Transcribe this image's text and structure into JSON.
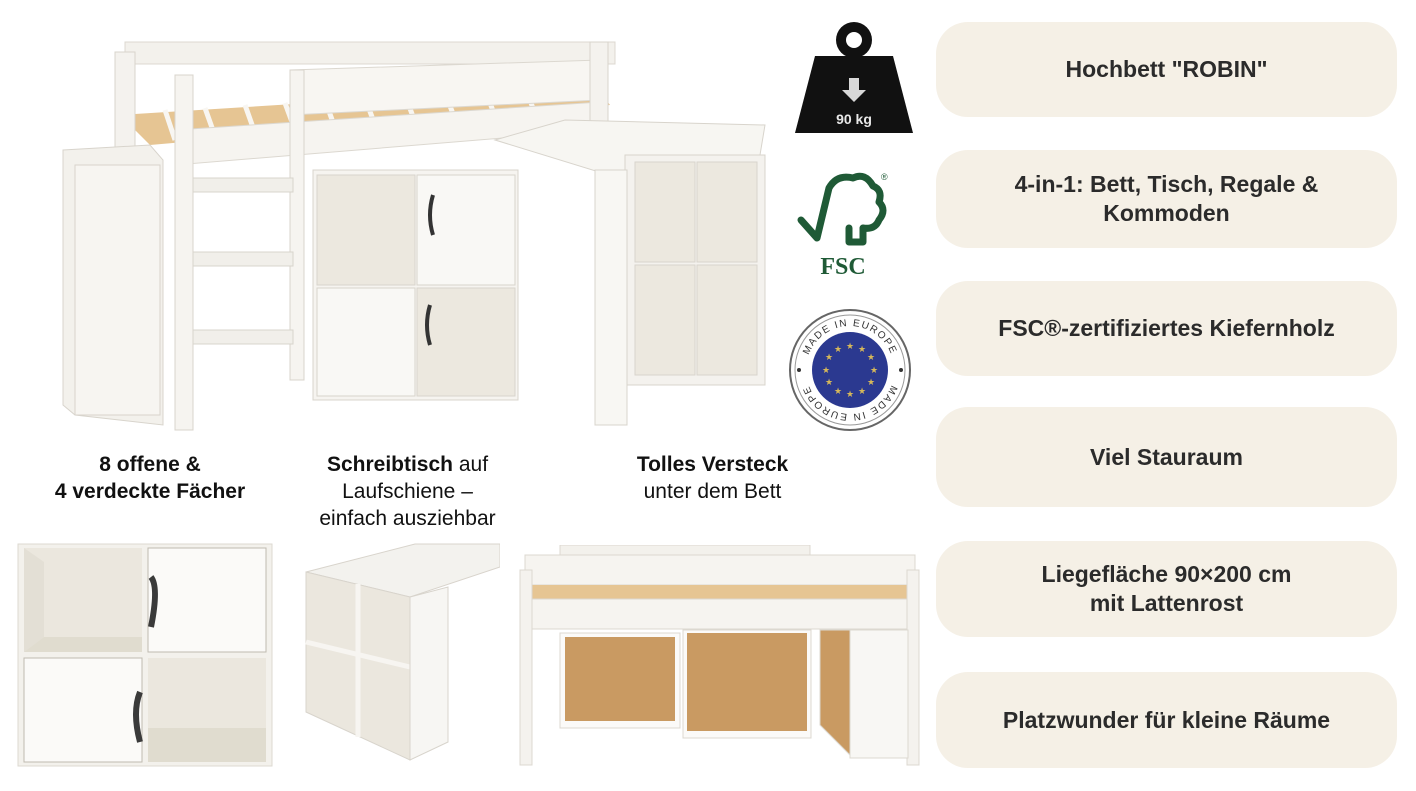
{
  "product": {
    "name": "Hochbett \"ROBIN\""
  },
  "badges": {
    "weight": {
      "icon": "weight-icon",
      "label": "90 kg",
      "arrow": "↓"
    },
    "fsc": {
      "icon": "fsc-logo-icon",
      "label": "FSC",
      "registered": "®"
    },
    "made_in_europe": {
      "icon": "made-in-europe-seal-icon",
      "top_text": "MADE IN EUROPE",
      "bottom_text": "MADE IN EUROPE"
    }
  },
  "captions": [
    {
      "bold": "8 offene &",
      "bold2": "4 verdeckte Fächer",
      "normal": ""
    },
    {
      "bold": "Schreibtisch",
      "normal": " auf",
      "line2": "Laufschiene –",
      "line3": "einfach ausziehbar"
    },
    {
      "bold": "Tolles Versteck",
      "line2": "unter dem Bett"
    }
  ],
  "features": [
    {
      "line1": "Hochbett \"ROBIN\"",
      "line2": ""
    },
    {
      "line1": "4-in-1: Bett, Tisch, Regale &",
      "line2": "Kommoden"
    },
    {
      "line1": "FSC®-zertifiziertes Kiefernholz",
      "line2": ""
    },
    {
      "line1": "Viel Stauraum",
      "line2": ""
    },
    {
      "line1": "Liegefläche 90×200 cm",
      "line2": "mit Lattenrost"
    },
    {
      "line1": "Platzwunder für kleine Räume",
      "line2": ""
    }
  ],
  "colors": {
    "pill_background": "#f5f0e6",
    "pill_text": "#2b2b2b",
    "fsc_green": "#1f5a36",
    "eu_blue": "#2b3990",
    "eu_star": "#d6b85a",
    "furniture_white": "#f4f2ee",
    "pine_wood": "#e8c99a",
    "cork_back": "#c99a62"
  },
  "images": {
    "main": "loft-bed-robin-main-photo",
    "cabinet": "cabinet-4-compartments-photo",
    "desk": "pull-out-desk-photo",
    "bed_back": "bed-back-view-photo"
  }
}
